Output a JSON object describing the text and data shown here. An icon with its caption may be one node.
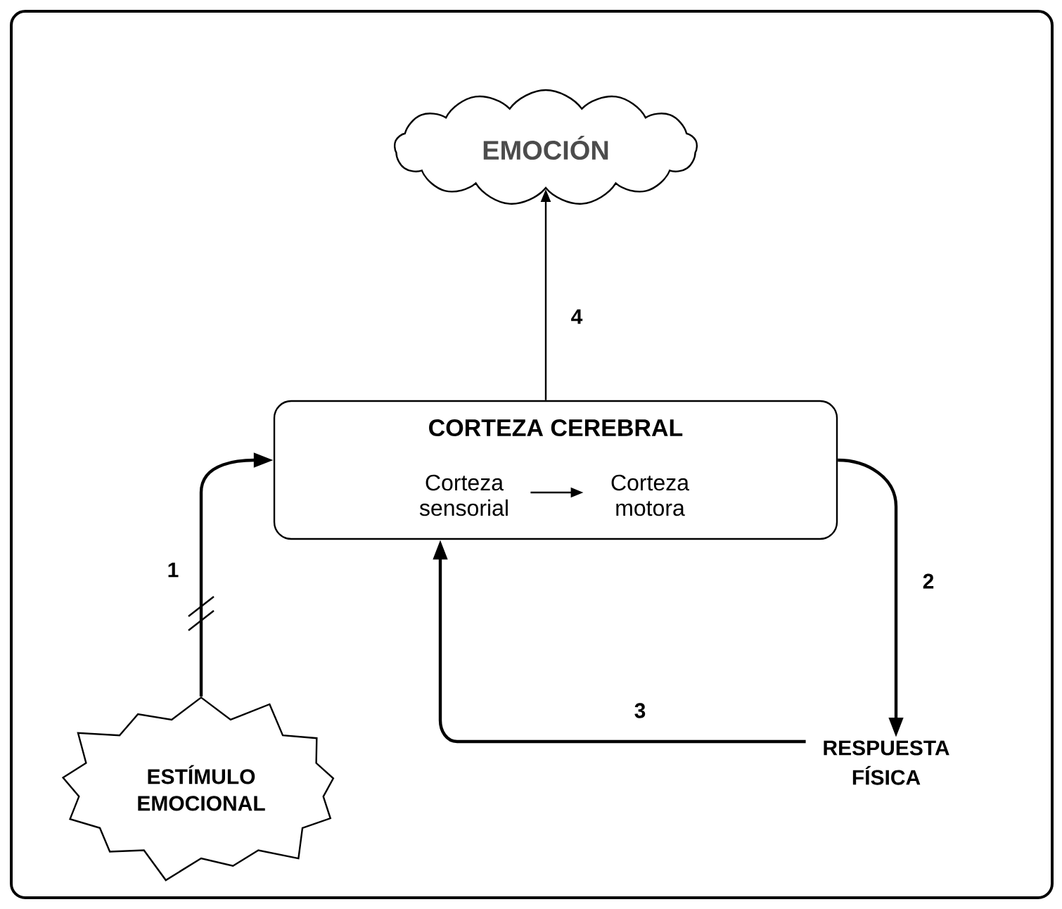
{
  "diagram": {
    "nodes": [
      {
        "text": [
          "EMOCIÓN"
        ]
      },
      {
        "text": [
          "CORTEZA CEREBRAL"
        ]
      },
      {
        "text": [
          "Corteza sensorial"
        ],
        "in": 1
      },
      {
        "text": [
          "Corteza motora"
        ],
        "in": 1
      },
      {
        "text": [
          "ESTÍMULO EMOCIONAL"
        ]
      },
      {
        "text": [
          "RESPUESTA FÍSICA"
        ]
      }
    ],
    "edges": [
      {
        "from": 4,
        "to": 1,
        "arrow": "to",
        "label": "1"
      },
      {
        "from": 1,
        "to": 5,
        "arrow": "to",
        "label": "2"
      },
      {
        "from": 5,
        "to": 1,
        "arrow": "to",
        "label": "3"
      },
      {
        "from": 1,
        "to": 0,
        "arrow": "to",
        "label": "4"
      },
      {
        "from": 2,
        "to": 3,
        "arrow": "to"
      }
    ]
  }
}
